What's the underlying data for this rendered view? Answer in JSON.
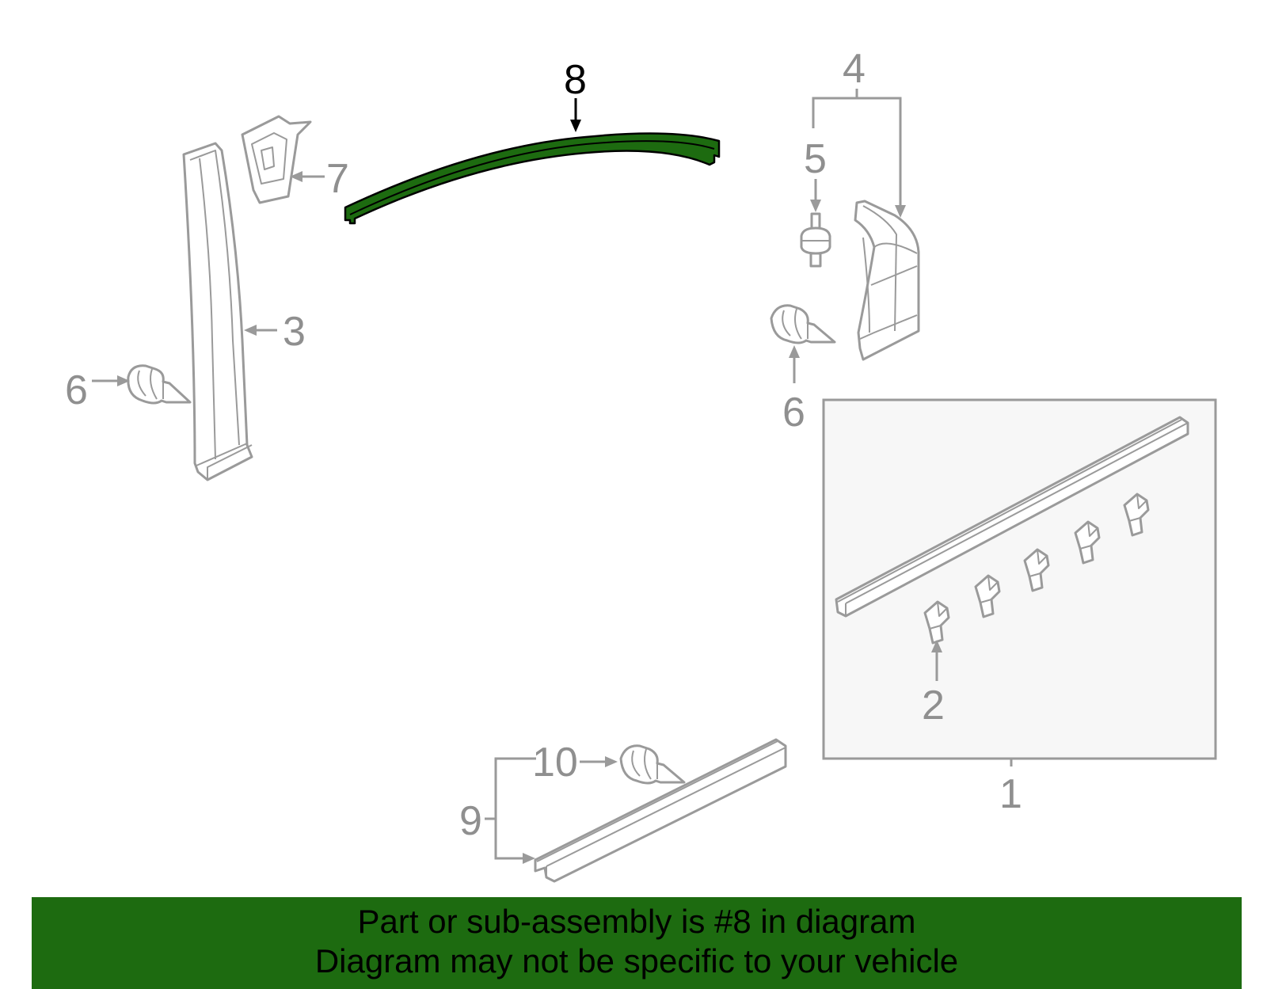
{
  "diagram": {
    "highlight_color": "#1d6b10",
    "callouts": {
      "c1": "1",
      "c2": "2",
      "c3": "3",
      "c4": "4",
      "c5": "5",
      "c6a": "6",
      "c6b": "6",
      "c7": "7",
      "c8": "8",
      "c9": "9",
      "c10": "10"
    }
  },
  "banner": {
    "line1": "Part or sub-assembly is #8 in diagram",
    "line2": "Diagram may not be specific to your vehicle"
  }
}
